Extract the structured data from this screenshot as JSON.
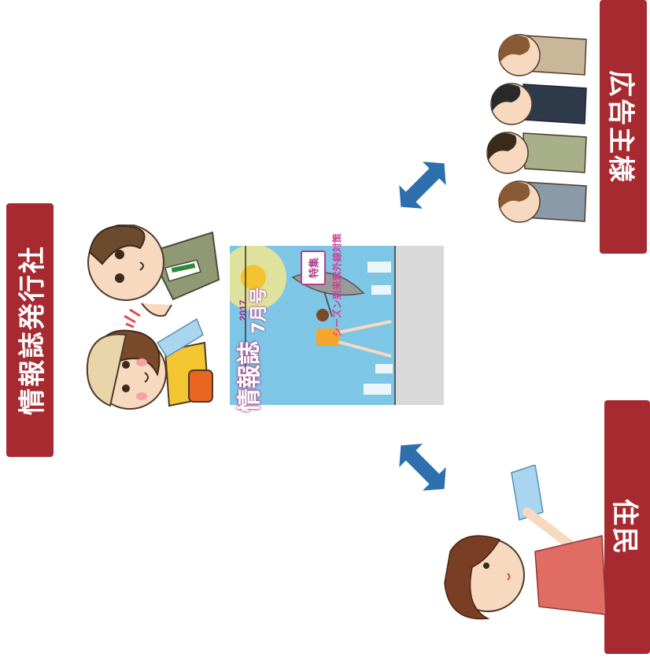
{
  "labels": {
    "publisher": "情報誌発行社",
    "advertiser": "広告主様",
    "resident": "住民"
  },
  "magazine": {
    "title": "情報誌",
    "year": "2017",
    "issue": "7月号",
    "feature_badge": "特集",
    "headline": "シーズン到来紫外線対策"
  },
  "icons": {
    "connector_top": "double-arrow-icon",
    "connector_bottom": "double-arrow-icon"
  },
  "colors": {
    "banner": "#a72a30",
    "arrow": "#2e6fad",
    "magazine_sky": "#7ec6e6",
    "magazine_title": "#b0408a"
  }
}
